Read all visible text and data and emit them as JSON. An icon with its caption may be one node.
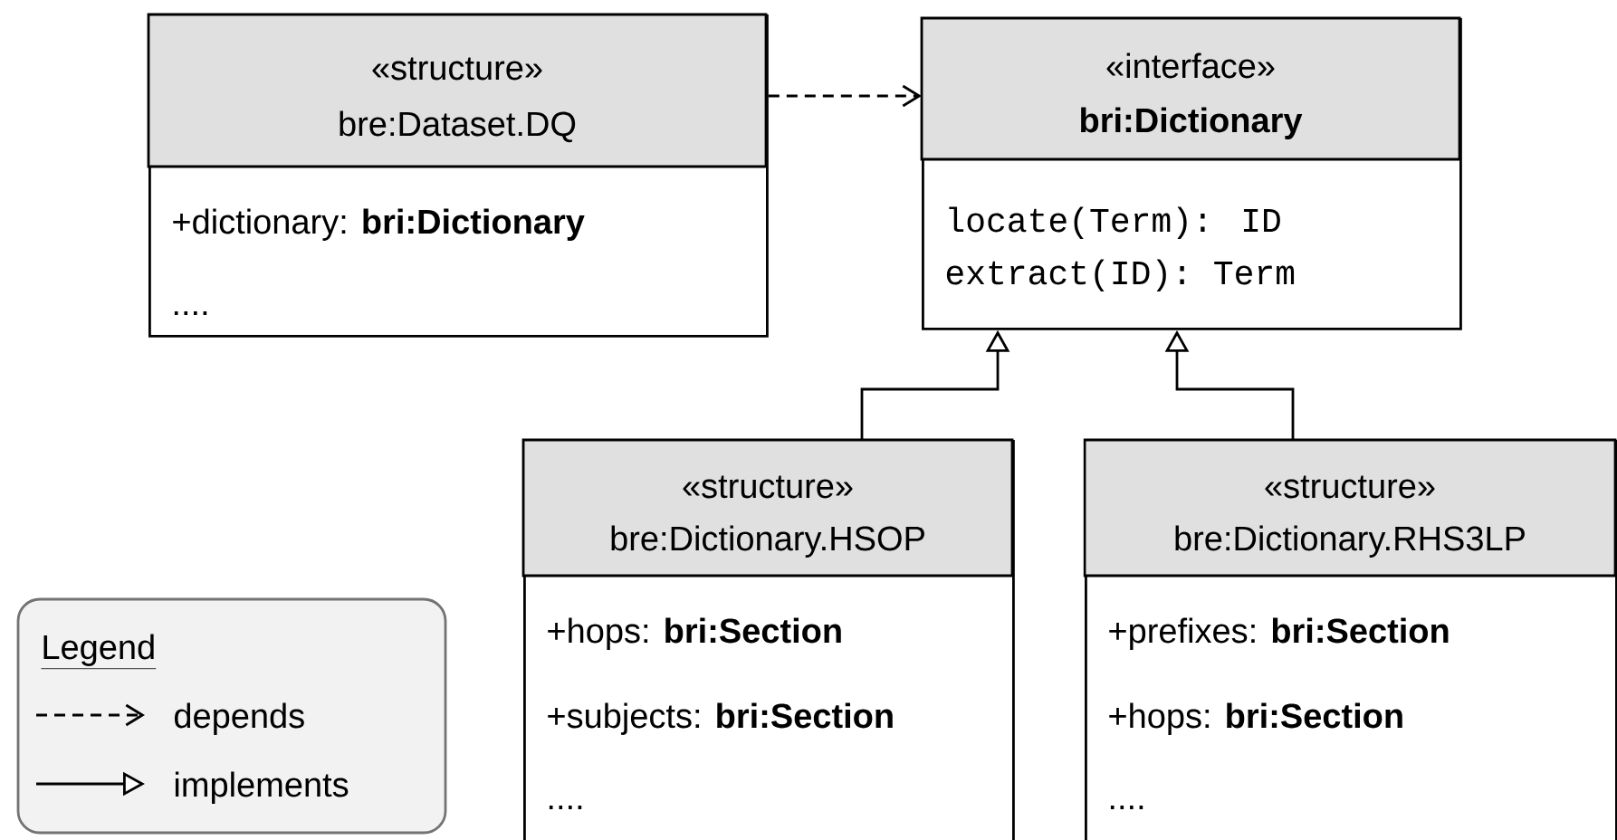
{
  "diagram": {
    "nodes": [
      {
        "text": [
          "«structure»",
          "bre:Dataset.DQ",
          "+dictionary: **bri:Dictionary**",
          "...."
        ]
      },
      {
        "text": [
          "«interface»",
          "bri:Dictionary",
          "locate(Term): ID",
          "extract(ID): Term"
        ]
      },
      {
        "text": [
          "«structure»",
          "bre:Dictionary.HSOP",
          "+hops: **bri:Section**",
          "+subjects: **bri:Section**",
          "...."
        ]
      },
      {
        "text": [
          "«structure»",
          "bre:Dictionary.RHS3LP",
          "+prefixes: **bri:Section**",
          "+hops: **bri:Section**",
          "...."
        ]
      }
    ],
    "edges": [
      {
        "from": 0,
        "to": 1,
        "arrow": "to",
        "style": "dashed"
      },
      {
        "from": 2,
        "to": 1,
        "arrow": "to"
      },
      {
        "from": 3,
        "to": 1,
        "arrow": "to"
      }
    ],
    "labels": [
      "Legend"
    ],
    "legend": [
      {
        "text": "depends"
      },
      {
        "text": "implements"
      }
    ]
  }
}
